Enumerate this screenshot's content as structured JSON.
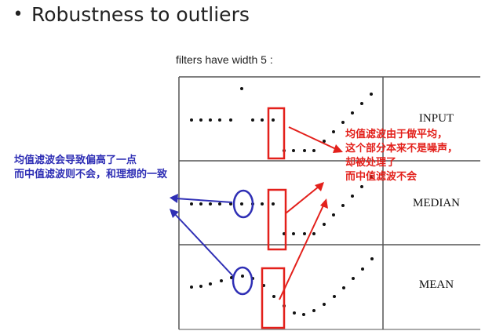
{
  "slide": {
    "bullet": "•",
    "title": "Robustness to outliers",
    "caption": "filters have width 5 :"
  },
  "figure": {
    "rows": [
      {
        "label": "INPUT"
      },
      {
        "label": "MEDIAN"
      },
      {
        "label": "MEAN"
      }
    ]
  },
  "annotations": {
    "left": {
      "color": "#2f2fb5",
      "lines": [
        "均值滤波会导致偏高了一点",
        "而中值滤波则不会，和理想的一致"
      ]
    },
    "right": {
      "color": "#e3201b",
      "lines": [
        "均值滤波由于做平均，",
        "这个部分本来不是噪声，",
        "却被处理了",
        "而中值滤波不会"
      ]
    }
  }
}
